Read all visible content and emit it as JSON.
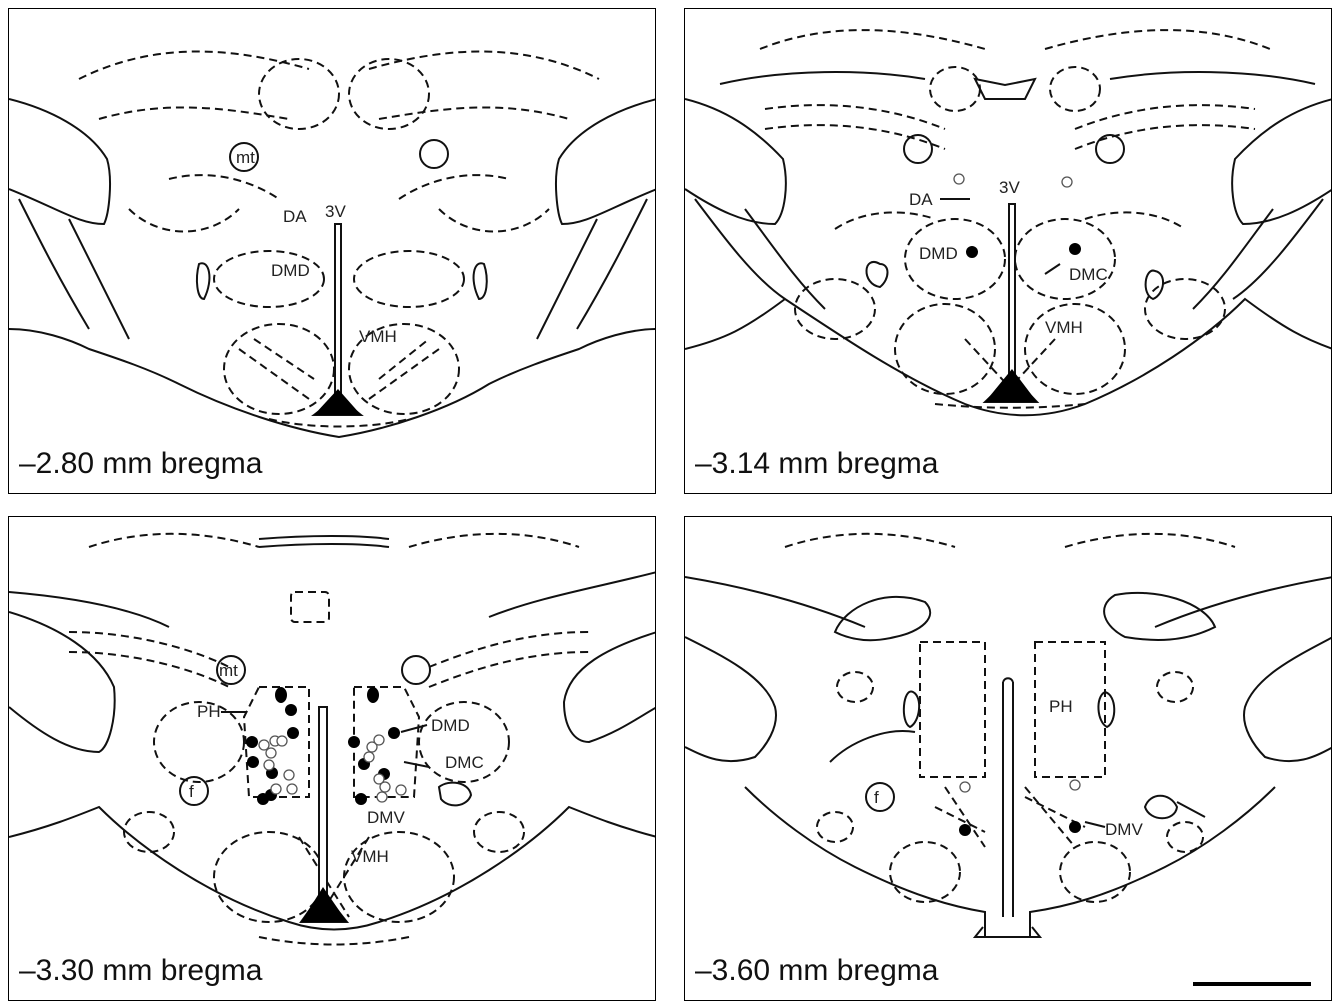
{
  "panels": [
    {
      "bregma": "–2.80 mm bregma",
      "labels": {
        "mt": "mt",
        "da": "DA",
        "v3": "3V",
        "dmd": "DMD",
        "vmh": "VMH"
      }
    },
    {
      "bregma": "–3.14 mm bregma",
      "labels": {
        "da": "DA",
        "v3": "3V",
        "dmd": "DMD",
        "dmc": "DMC",
        "vmh": "VMH"
      }
    },
    {
      "bregma": "–3.30 mm bregma",
      "labels": {
        "mt": "mt",
        "ph": "PH",
        "dmd": "DMD",
        "dmc": "DMC",
        "f": "f",
        "dmv": "DMV",
        "vmh": "VMH"
      }
    },
    {
      "bregma": "–3.60 mm bregma",
      "labels": {
        "ph": "PH",
        "f": "f",
        "dmv": "DMV"
      }
    }
  ],
  "marker_colors": {
    "filled": "#000000",
    "open": "#ffffff"
  },
  "scale_bar": {
    "visible": true
  }
}
